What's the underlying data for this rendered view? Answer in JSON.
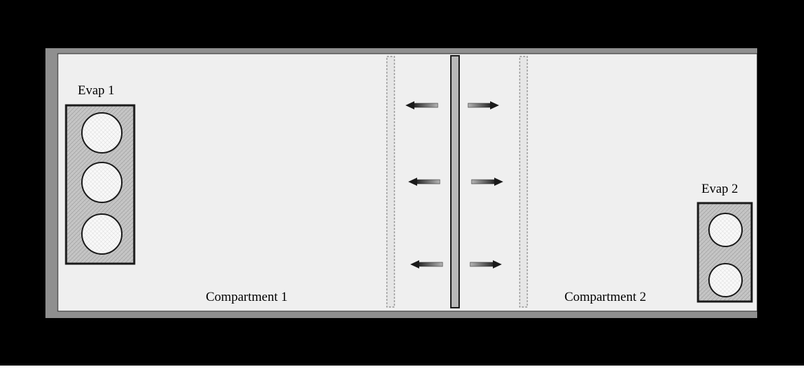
{
  "labels": {
    "evap1": "Evap 1",
    "evap2": "Evap 2",
    "compartment1": "Compartment 1",
    "compartment2": "Compartment 2"
  },
  "colors": {
    "background": "#000000",
    "container_fill": "#efefef",
    "frame": "#8f8f8f",
    "evaporator_fill": "#c4c4c4",
    "fan_fill": "#f7f7f7",
    "divider_fill": "#b8b8b8",
    "arrow": "#1a1a1a"
  },
  "evaporators": [
    {
      "name": "Evap 1",
      "fan_count": 3
    },
    {
      "name": "Evap 2",
      "fan_count": 2
    }
  ],
  "flow_arrows": {
    "rows": 3,
    "directions": [
      "left",
      "right"
    ]
  }
}
